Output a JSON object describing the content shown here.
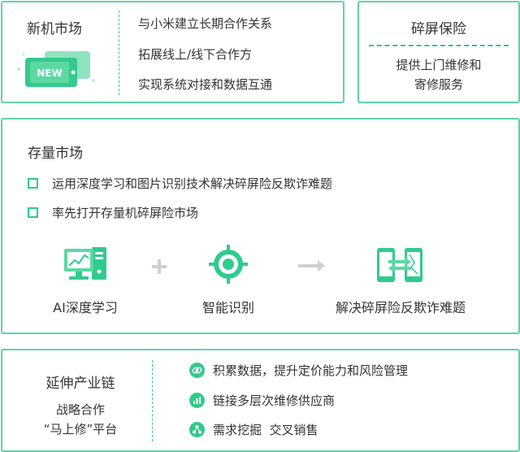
{
  "new_market": {
    "title": "新机市场",
    "badge": "NEW",
    "lines": [
      "与小米建立长期合作关系",
      "拓展线上/线下合作方",
      "实现系统对接和数据互通"
    ]
  },
  "insurance": {
    "title": "碎屏保险",
    "desc_lines": [
      "提供上门维修和",
      "寄修服务"
    ]
  },
  "stock_market": {
    "title": "存量市场",
    "bullets": [
      "运用深度学习和图片识别技术解决碎屏险反欺诈难题",
      "率先打开存量机碎屏险市场"
    ],
    "flow": {
      "step1": "AI深度学习",
      "step2": "智能识别",
      "step3": "解决碎屏险反欺诈难题"
    }
  },
  "chain": {
    "title": "延伸产业链",
    "sub_lines": [
      "战略合作",
      "“马上修”平台"
    ],
    "items": [
      {
        "label": "积累数据，提升定价能力和风险管理",
        "icon": "link-icon"
      },
      {
        "label": "链接多层次维修供应商",
        "icon": "bar-chart-icon"
      },
      {
        "label": "需求挖掘  交叉销售",
        "icon": "network-icon"
      }
    ]
  },
  "colors": {
    "border": "#5fd3a6",
    "accent": "#2ecc8e",
    "text": "#333333"
  }
}
